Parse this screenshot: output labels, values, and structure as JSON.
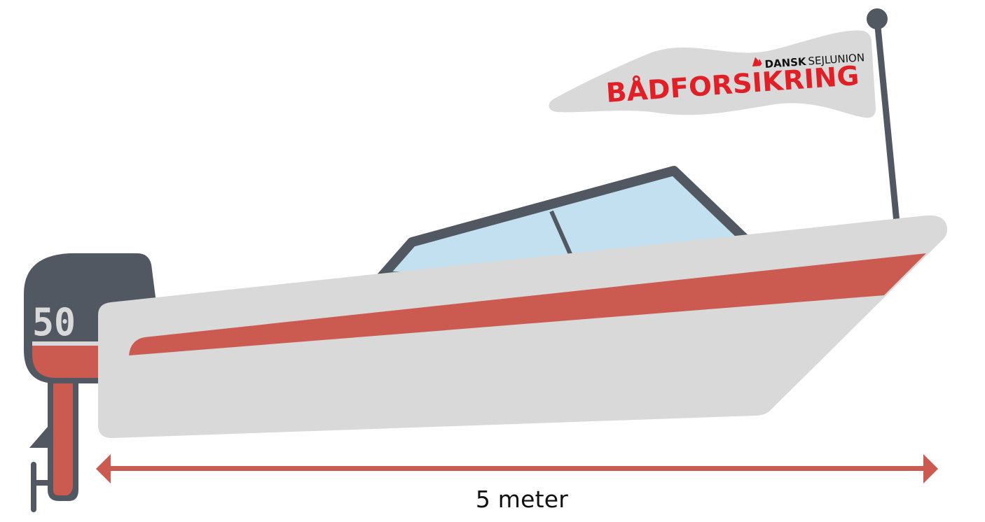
{
  "illustration": {
    "subject": "Motorboat with outboard engine and pennant flag",
    "flag": {
      "brand_logo_word1": "DANSK",
      "brand_logo_word2": "SEJLUNION",
      "title": "BÅDFORSIKRING",
      "icon": "dansk-sejlunion-sail-logo-icon"
    },
    "motor": {
      "horsepower_label": "50"
    },
    "measurement": {
      "label": "5 meter",
      "arrow": "double-headed-arrow-icon"
    }
  },
  "colors": {
    "hull": "#d9d9d9",
    "stripe": "#cb5b50",
    "dark": "#515861",
    "glass": "#c2e0ef",
    "flag_text": "#e01f26",
    "text": "#111111"
  }
}
